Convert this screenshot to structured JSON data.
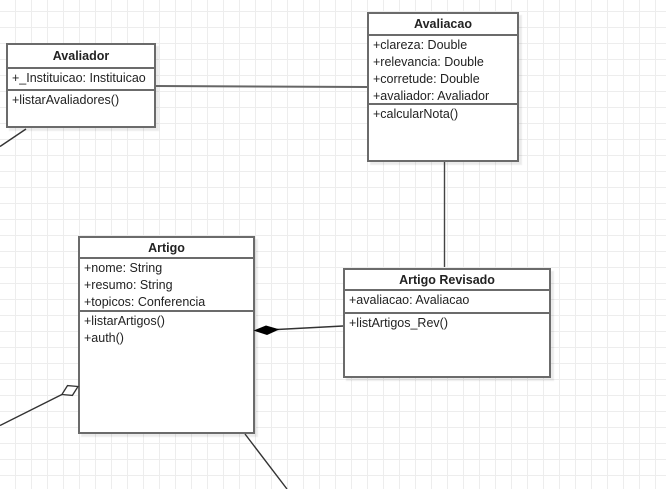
{
  "diagram": {
    "type": "uml-class-diagram",
    "classes": [
      {
        "name": "Avaliador",
        "attributes": [
          "+_Instituicao: Instituicao"
        ],
        "methods": [
          "+listarAvaliadores()"
        ]
      },
      {
        "name": "Avaliacao",
        "attributes": [
          "+clareza: Double",
          "+relevancia: Double",
          "+corretude: Double",
          "+avaliador: Avaliador"
        ],
        "methods": [
          "+calcularNota()"
        ]
      },
      {
        "name": "Artigo",
        "attributes": [
          "+nome: String",
          "+resumo: String",
          "+topicos: Conferencia"
        ],
        "methods": [
          "+listarArtigos()",
          "+auth()"
        ]
      },
      {
        "name": "Artigo Revisado",
        "attributes": [
          "+avaliacao: Avaliacao"
        ],
        "methods": [
          "+listArtigos_Rev()"
        ]
      }
    ],
    "relationships": [
      {
        "type": "association",
        "from": "Avaliador",
        "to": "Avaliacao"
      },
      {
        "type": "association",
        "from": "Avaliacao",
        "to": "Artigo Revisado"
      },
      {
        "type": "composition",
        "owner": "Artigo",
        "part": "Artigo Revisado"
      },
      {
        "type": "aggregation",
        "owner": "Artigo",
        "part": "(off-canvas)"
      },
      {
        "type": "association",
        "from": "Avaliador",
        "to": "(off-canvas bottom-left)"
      },
      {
        "type": "association",
        "from": "Artigo",
        "to": "(off-canvas bottom)"
      }
    ],
    "colors": {
      "canvas_bg": "#ffffff",
      "grid_line": "#ededed",
      "box_fill": "#ffffff",
      "box_border": "#6b6b6b",
      "text": "#222222",
      "edge": "#333333",
      "composition_diamond_fill": "#000000",
      "aggregation_diamond_fill": "#ffffff"
    }
  }
}
